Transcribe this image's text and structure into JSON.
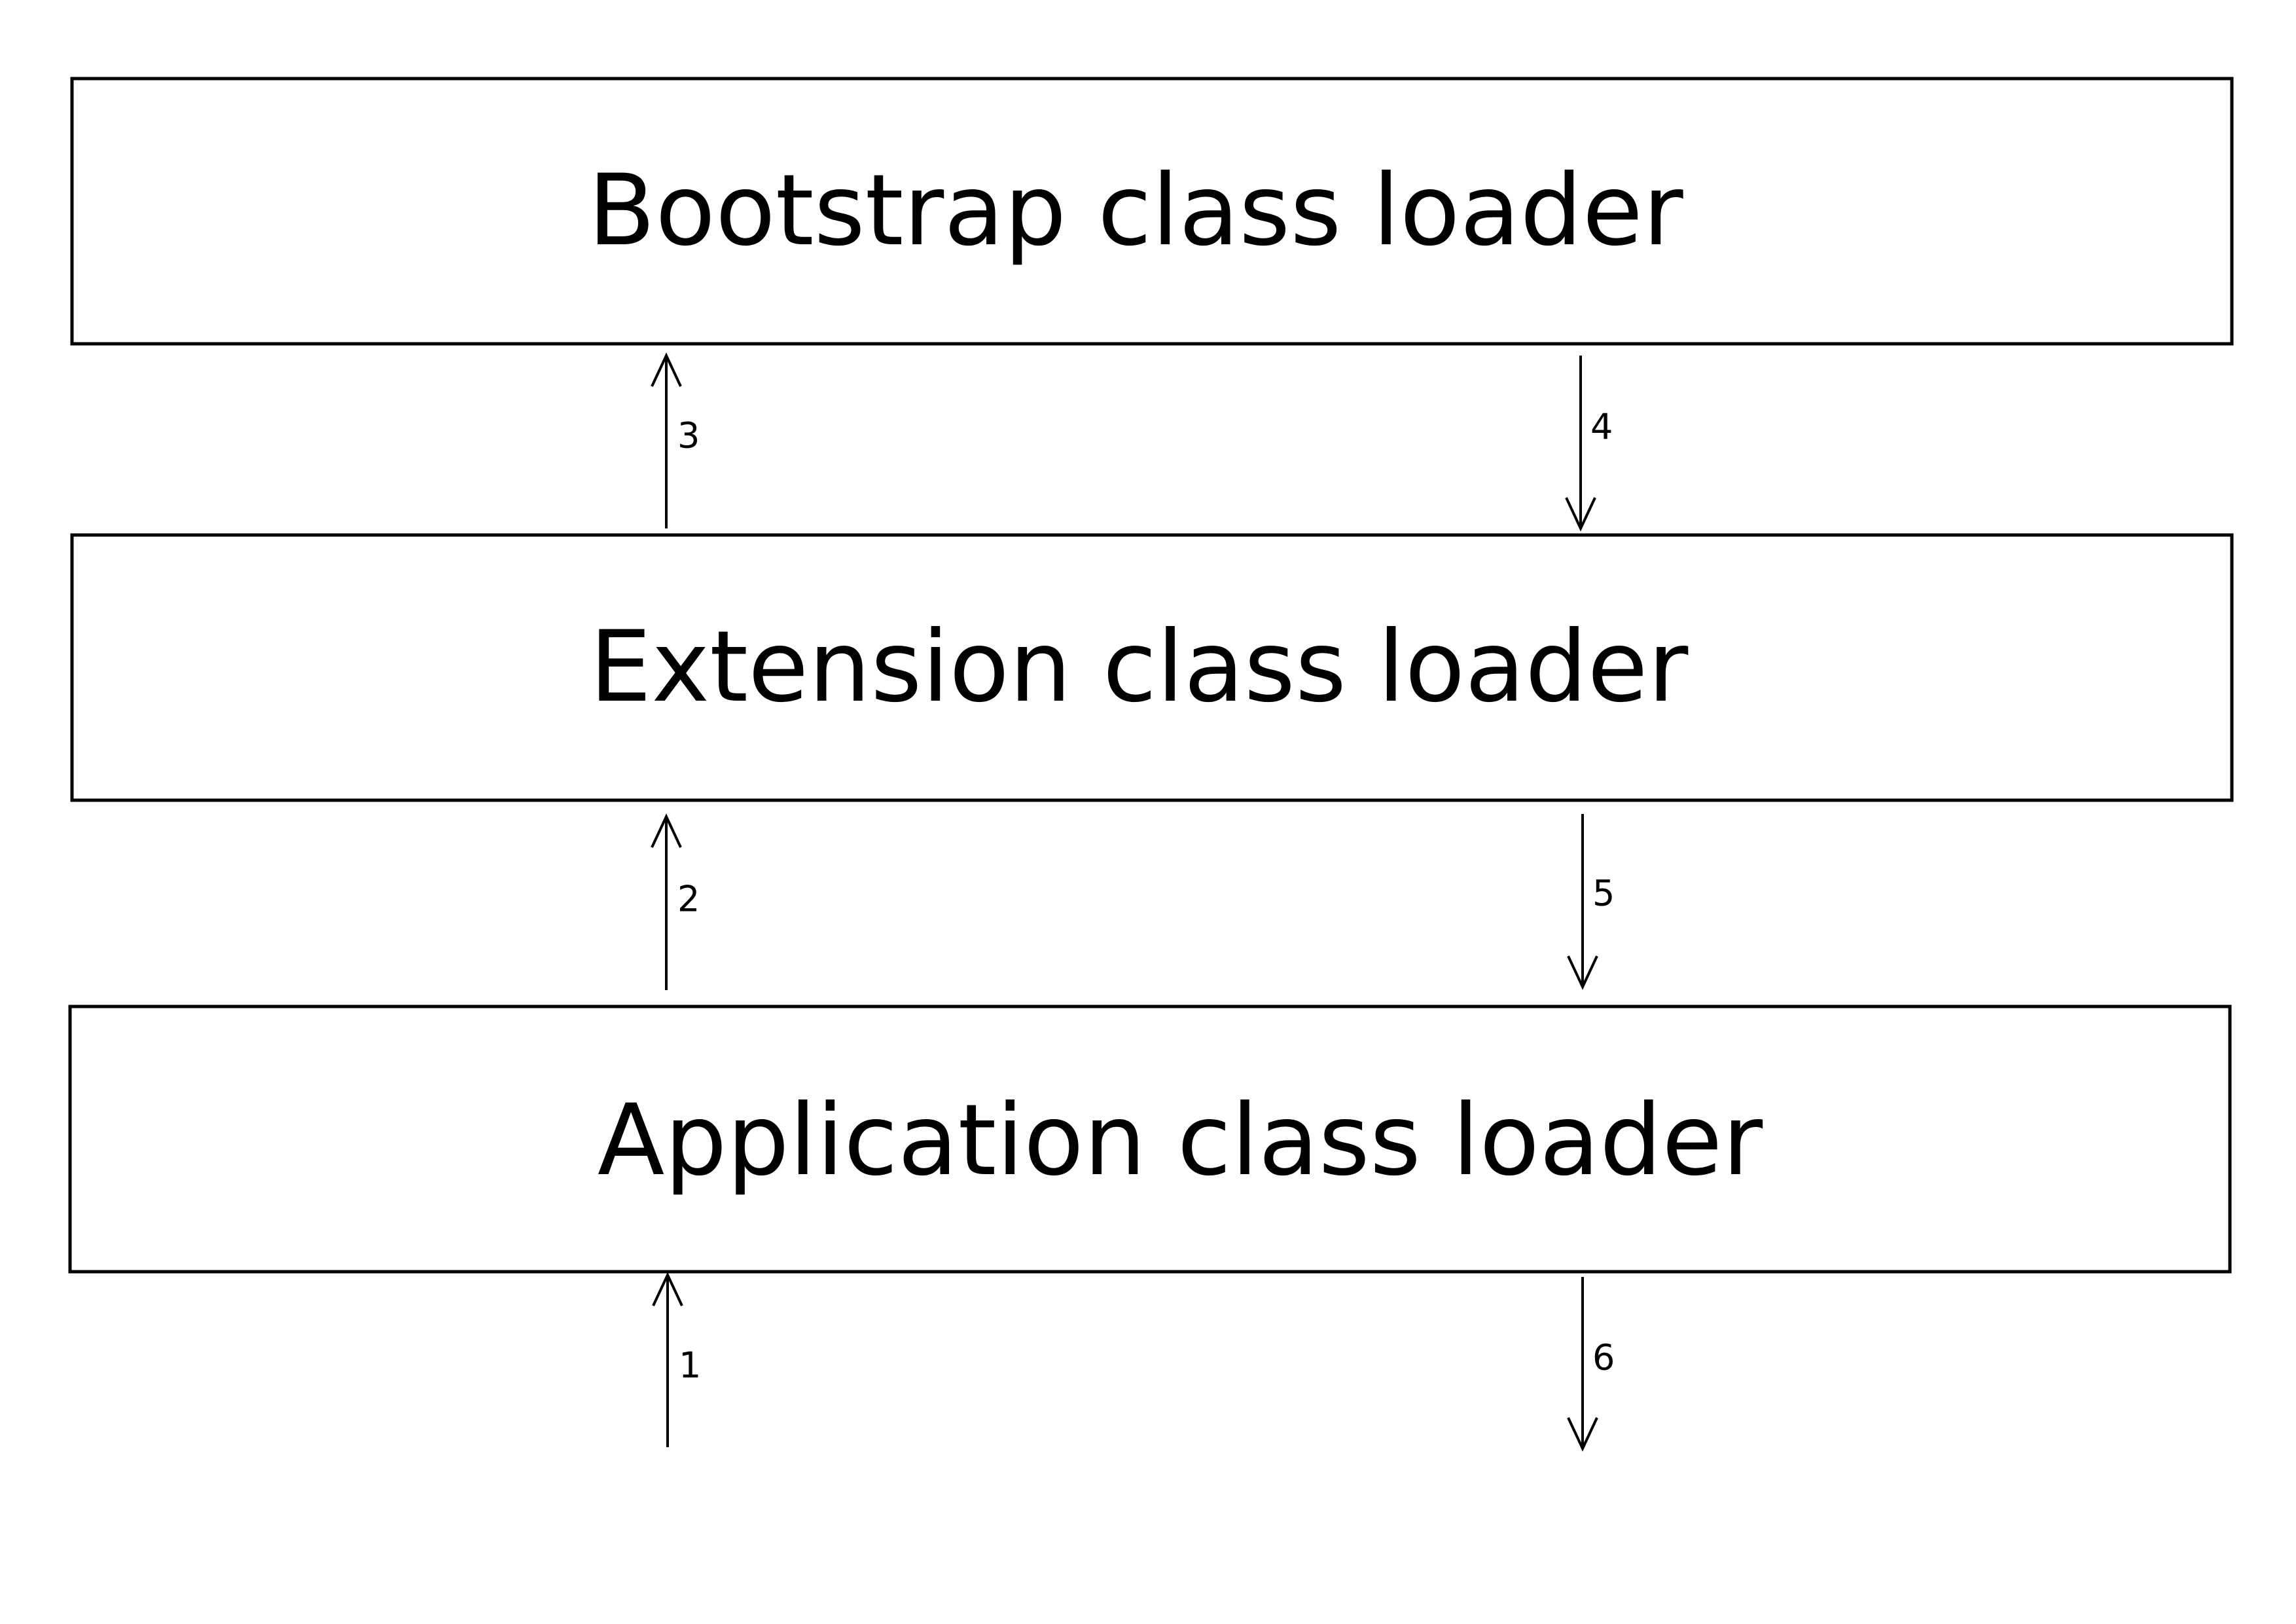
{
  "boxes": [
    {
      "id": "bootstrap",
      "label": "Bootstrap class loader"
    },
    {
      "id": "extension",
      "label": "Extension class loader"
    },
    {
      "id": "application",
      "label": "Application class loader"
    }
  ],
  "arrows": [
    {
      "id": "step-1",
      "label": "1",
      "direction": "up",
      "from": "outside",
      "to": "application"
    },
    {
      "id": "step-2",
      "label": "2",
      "direction": "up",
      "from": "application",
      "to": "extension"
    },
    {
      "id": "step-3",
      "label": "3",
      "direction": "up",
      "from": "extension",
      "to": "bootstrap"
    },
    {
      "id": "step-4",
      "label": "4",
      "direction": "down",
      "from": "bootstrap",
      "to": "extension"
    },
    {
      "id": "step-5",
      "label": "5",
      "direction": "down",
      "from": "extension",
      "to": "application"
    },
    {
      "id": "step-6",
      "label": "6",
      "direction": "down",
      "from": "application",
      "to": "outside"
    }
  ],
  "colors": {
    "stroke": "#000000",
    "background": "#ffffff",
    "text": "#000000"
  }
}
